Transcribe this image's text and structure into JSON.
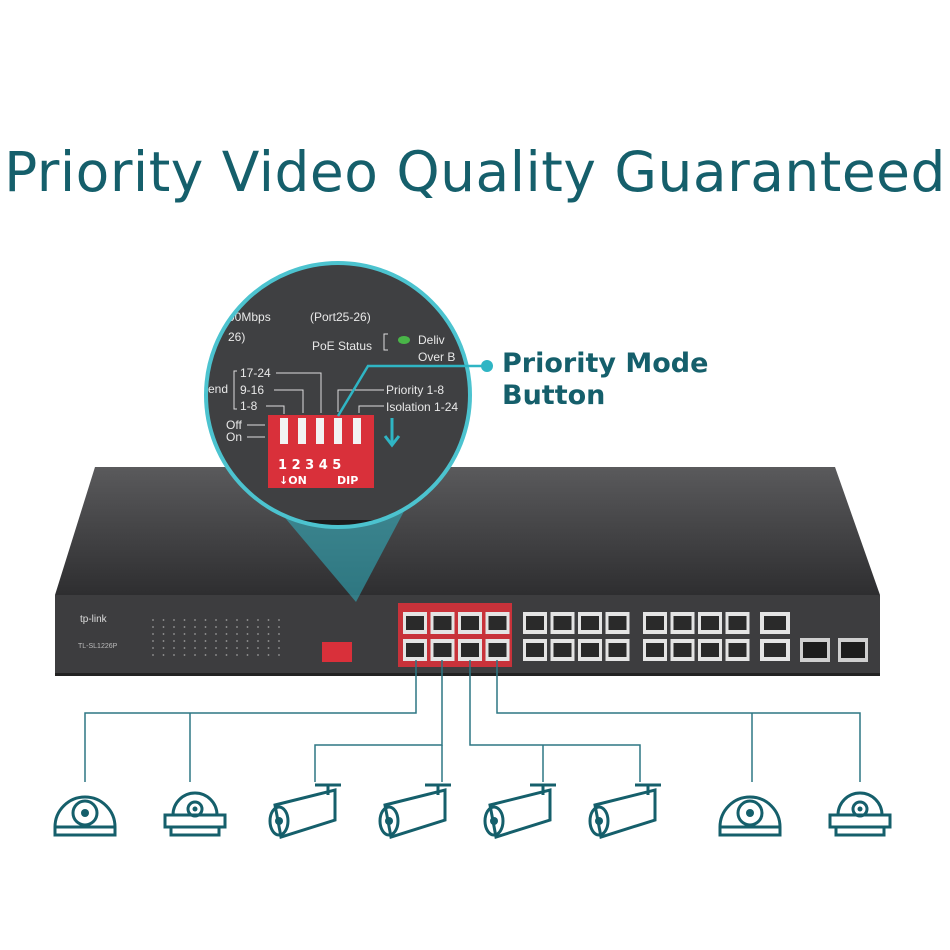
{
  "headline": "Priority Video Quality Guaranteed",
  "callout": {
    "line1": "Priority Mode",
    "line2": "Button"
  },
  "switch": {
    "brand": "tp-link",
    "model": "TL-SL1226P"
  },
  "magnifier": {
    "speed_text": "00Mbps",
    "port_range": "(Port25-26)",
    "port_close": "26)",
    "poe_status": "PoE Status",
    "poe_deliver": "Deliv",
    "poe_over": "Over B",
    "extend_label": "end",
    "range_17_24": "17-24",
    "range_9_16": "9-16",
    "range_1_8": "1-8",
    "priority": "Priority  1-8",
    "isolation": "Isolation  1-24",
    "off": "Off",
    "on": "On",
    "dip_numbers": [
      "1",
      "2",
      "3",
      "4",
      "5"
    ],
    "dip_on": "↓ON",
    "dip_label": "DIP"
  },
  "colors": {
    "accent": "#155f6b",
    "teal": "#2fb5c4",
    "dip_red": "#d9303a",
    "panel": "#3d3d3f"
  },
  "cameras": [
    "dome-camera",
    "dome-camera-flat",
    "bullet-camera",
    "bullet-camera",
    "bullet-camera",
    "bullet-camera",
    "dome-camera",
    "dome-camera-flat"
  ]
}
